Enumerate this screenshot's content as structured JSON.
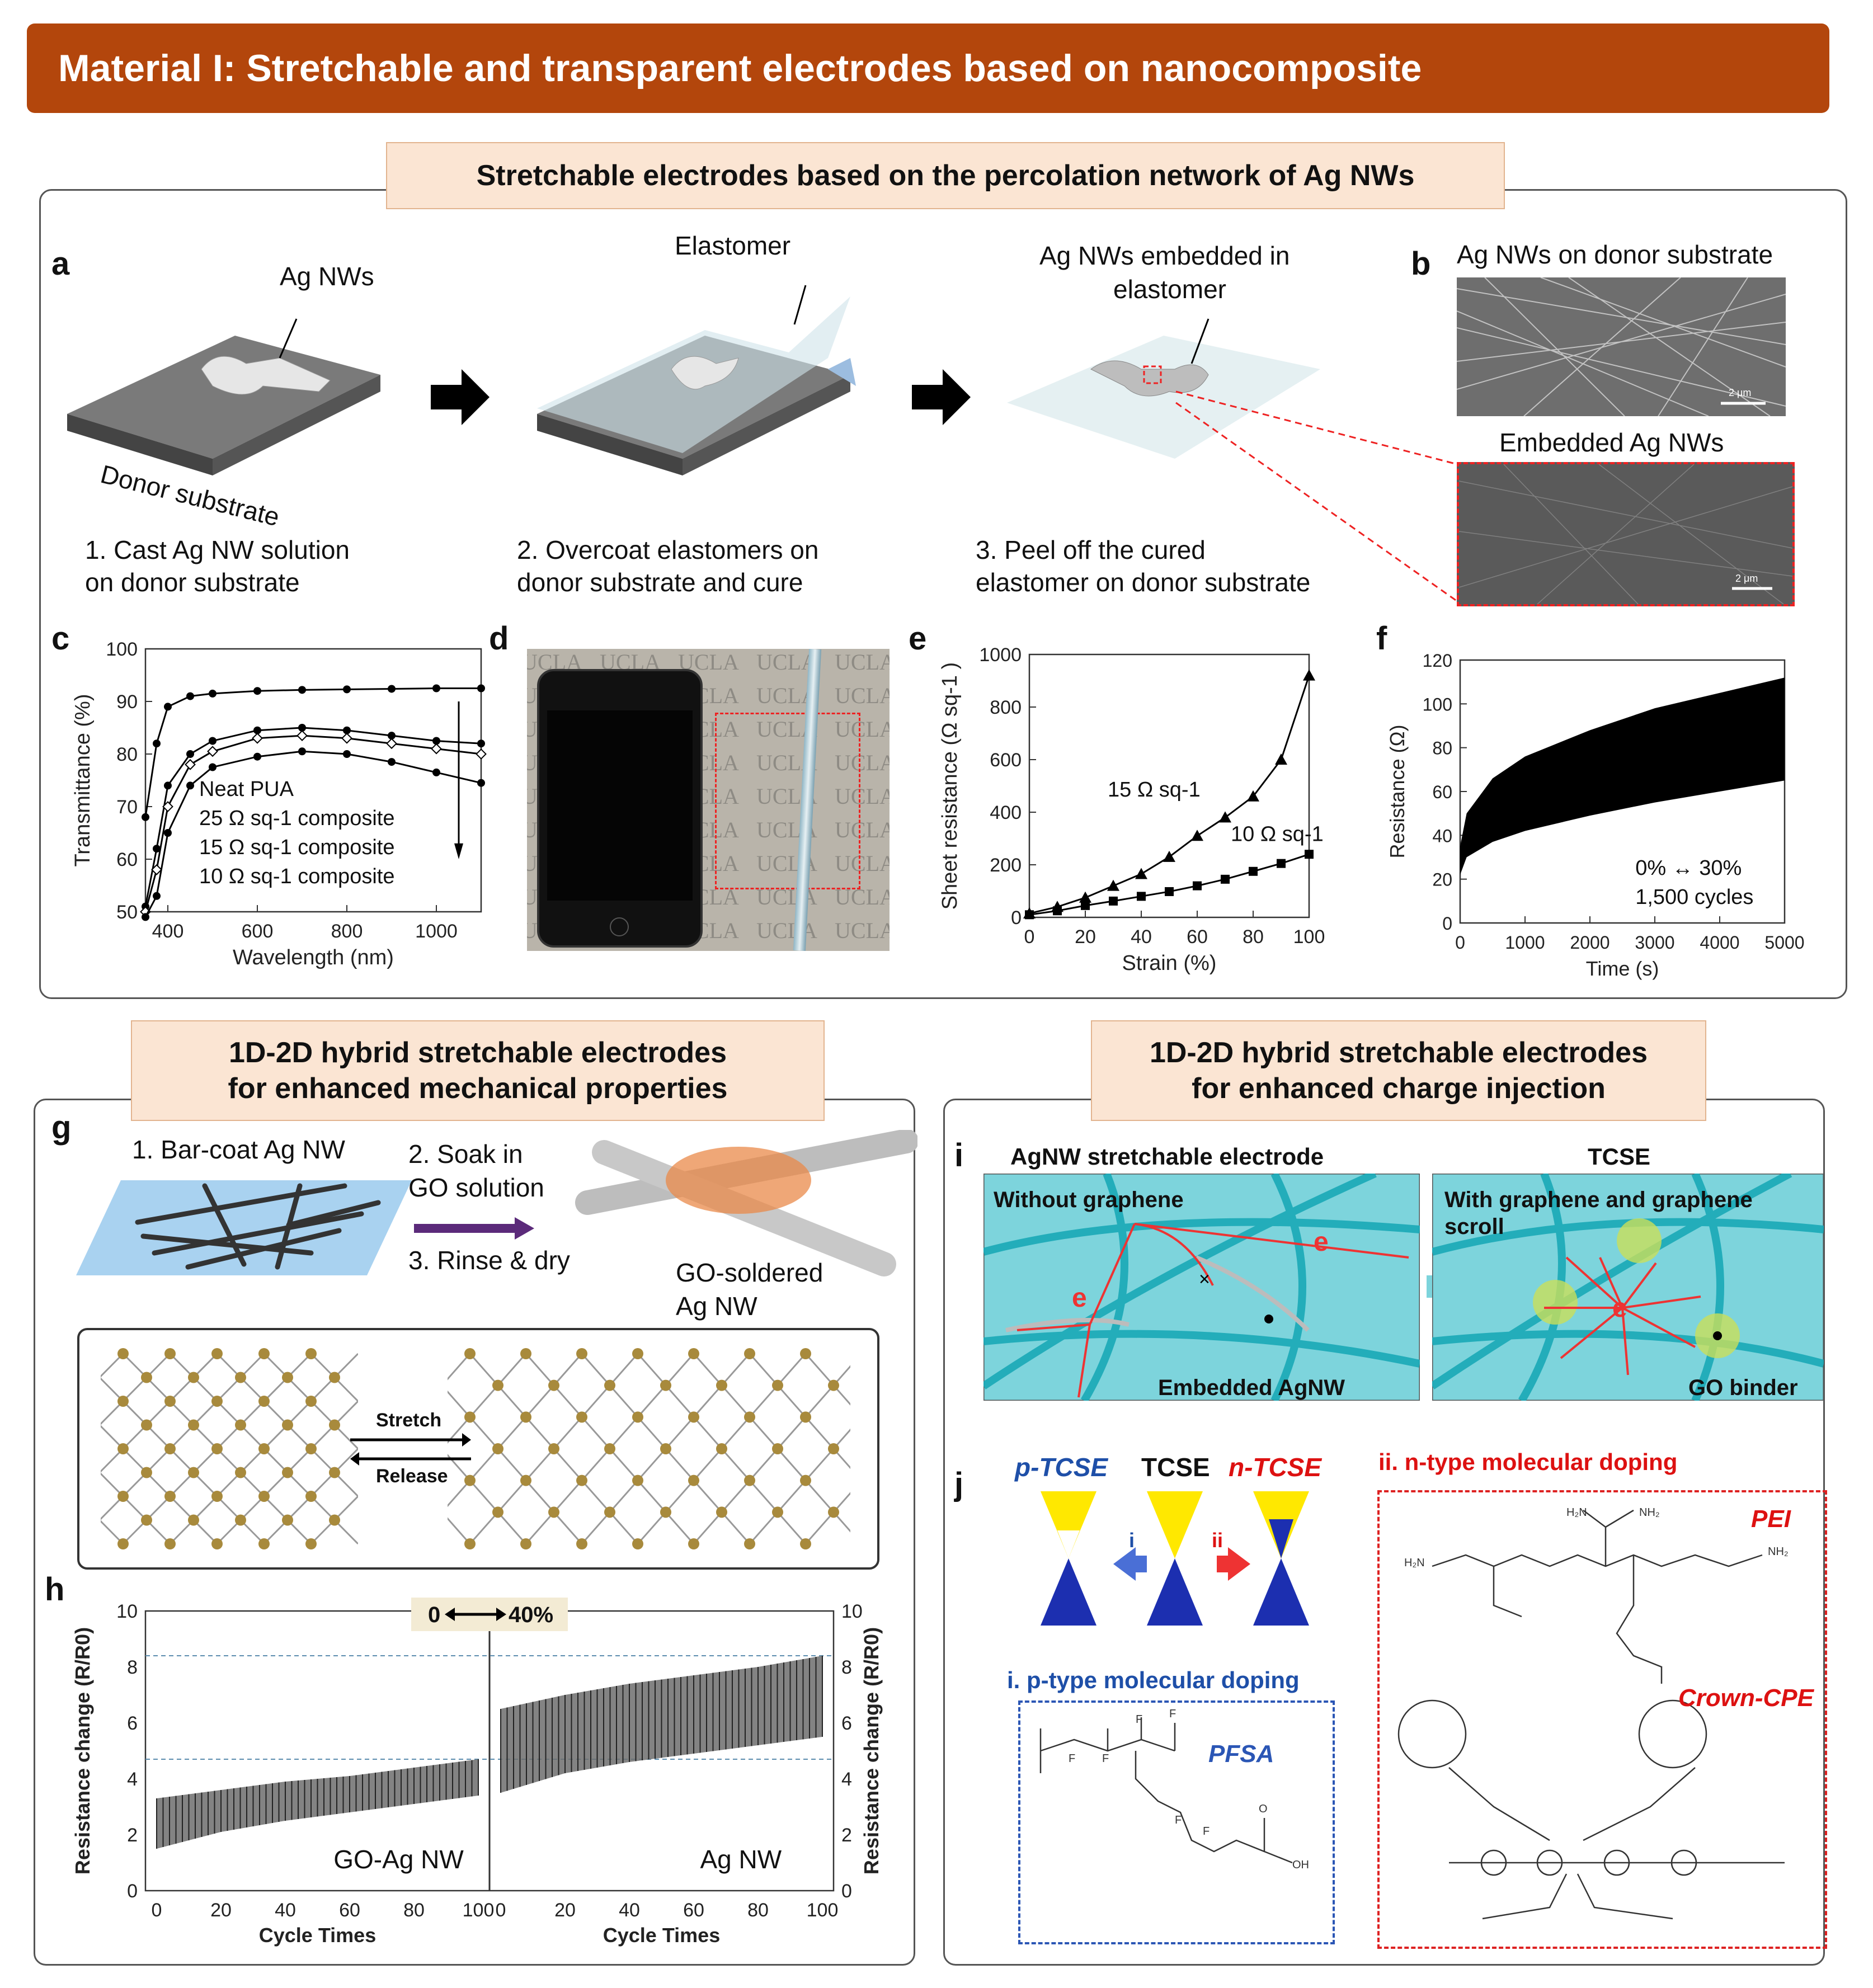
{
  "banner": {
    "title": "Material I: Stretchable and transparent electrodes based on nanocomposite"
  },
  "top": {
    "subtitle": "Stretchable electrodes based on the percolation network of Ag NWs",
    "a": {
      "letter": "a",
      "label_agnws": "Ag NWs",
      "label_donor": "Donor substrate",
      "label_elastomer": "Elastomer",
      "label_embedded_1": "Ag NWs embedded in",
      "label_embedded_2": "elastomer",
      "step1_1": "1. Cast Ag NW solution",
      "step1_2": "on donor substrate",
      "step2_1": "2. Overcoat elastomers on",
      "step2_2": "donor substrate and cure",
      "step3_1": "3. Peel off the cured",
      "step3_2": "elastomer on donor substrate"
    },
    "b": {
      "letter": "b",
      "title1": "Ag NWs on donor substrate",
      "title2": "Embedded Ag NWs",
      "scale1": "2 μm",
      "scale2": "2 μm"
    },
    "c": {
      "letter": "c"
    },
    "d": {
      "letter": "d",
      "watermark": "UCLA"
    },
    "e": {
      "letter": "e"
    },
    "f": {
      "letter": "f"
    }
  },
  "g_panel": {
    "subtitle_1": "1D-2D hybrid stretchable electrodes",
    "subtitle_2": "for enhanced mechanical properties",
    "g": {
      "letter": "g",
      "step1": "1. Bar-coat Ag NW",
      "step2_1": "2. Soak in",
      "step2_2": "GO solution",
      "step3": "3. Rinse & dry",
      "label_go_1": "GO-soldered",
      "label_go_2": "Ag NW",
      "stretch": "Stretch",
      "release": "Release"
    },
    "h": {
      "letter": "h"
    }
  },
  "i_panel": {
    "subtitle_1": "1D-2D hybrid stretchable electrodes",
    "subtitle_2": "for enhanced charge injection",
    "i": {
      "letter": "i",
      "title_left": "AgNW stretchable electrode",
      "title_right": "TCSE",
      "without": "Without  graphene",
      "with_1": "With graphene and graphene",
      "with_2": "scroll",
      "embedded": "Embedded AgNW",
      "binder": "GO binder",
      "e": "e"
    },
    "j": {
      "letter": "j",
      "p_tcse": "p-TCSE",
      "tcse": "TCSE",
      "n_tcse": "n-TCSE",
      "arrow_i": "i",
      "arrow_ii": "ii",
      "p_doping": "i. p-type molecular doping",
      "n_doping": "ii. n-type molecular doping",
      "pfsa": "PFSA",
      "pei": "PEI",
      "crown": "Crown-CPE"
    }
  },
  "chart_data": [
    {
      "panel": "c",
      "type": "line",
      "xlabel": "Wavelength (nm)",
      "ylabel": "Transmittance (%)",
      "xlim": [
        350,
        1100
      ],
      "ylim": [
        50,
        100
      ],
      "xticks": [
        400,
        600,
        800,
        1000
      ],
      "yticks": [
        50,
        60,
        70,
        80,
        90,
        100
      ],
      "legend": [
        "Neat PUA",
        "25 Ω sq-1 composite",
        "15 Ω sq-1 composite",
        "10 Ω sq-1 composite"
      ],
      "x": [
        350,
        375,
        400,
        450,
        500,
        600,
        700,
        800,
        900,
        1000,
        1100
      ],
      "series": [
        {
          "name": "Neat PUA",
          "values": [
            68,
            82,
            89,
            91,
            91.5,
            92,
            92.2,
            92.3,
            92.4,
            92.5,
            92.5
          ]
        },
        {
          "name": "25 Ω sq-1 composite",
          "values": [
            51,
            62,
            74,
            80,
            82.5,
            84.5,
            85,
            84.5,
            83.5,
            82.5,
            82
          ]
        },
        {
          "name": "15 Ω sq-1 composite",
          "values": [
            50,
            58,
            70,
            78,
            80.5,
            83,
            83.5,
            83,
            82,
            81,
            80
          ]
        },
        {
          "name": "10 Ω sq-1 composite",
          "values": [
            49,
            53,
            65,
            74,
            77.5,
            79.5,
            80.5,
            80,
            78.5,
            76.5,
            74.5
          ]
        }
      ]
    },
    {
      "panel": "e",
      "type": "line",
      "xlabel": "Strain (%)",
      "ylabel": "Sheet resistance (Ω sq-1 )",
      "xlim": [
        0,
        100
      ],
      "ylim": [
        0,
        1000
      ],
      "xticks": [
        0,
        20,
        40,
        60,
        80,
        100
      ],
      "yticks": [
        0,
        200,
        400,
        600,
        800,
        1000
      ],
      "x": [
        0,
        10,
        20,
        30,
        40,
        50,
        60,
        70,
        80,
        90,
        100
      ],
      "series": [
        {
          "name": "15 Ω sq-1",
          "values": [
            15,
            40,
            75,
            120,
            165,
            230,
            310,
            380,
            460,
            600,
            920
          ]
        },
        {
          "name": "10 Ω sq-1",
          "values": [
            10,
            25,
            45,
            62,
            80,
            98,
            120,
            145,
            175,
            205,
            240
          ]
        }
      ]
    },
    {
      "panel": "f",
      "type": "area",
      "xlabel": "Time (s)",
      "ylabel": "Resistance (Ω)",
      "xlim": [
        0,
        5000
      ],
      "ylim": [
        0,
        120
      ],
      "xticks": [
        0,
        1000,
        2000,
        3000,
        4000,
        5000
      ],
      "yticks": [
        0,
        20,
        40,
        60,
        80,
        100,
        120
      ],
      "annotation_1": "0% ↔ 30%",
      "annotation_2": "1,500 cycles",
      "x": [
        0,
        100,
        500,
        1000,
        2000,
        3000,
        4000,
        5000
      ],
      "upper": [
        35,
        50,
        66,
        76,
        88,
        98,
        105,
        112
      ],
      "lower": [
        22,
        30,
        37,
        42,
        49,
        55,
        60,
        65
      ]
    },
    {
      "panel": "h",
      "type": "area",
      "xlabel": "Cycle Times",
      "ylabel": "Resistance change (R/R0)",
      "ylim": [
        0,
        10
      ],
      "xticks": [
        0,
        20,
        40,
        60,
        80,
        100
      ],
      "yticks": [
        0,
        2,
        4,
        6,
        8,
        10
      ],
      "strain_label_left": "0",
      "strain_label_right": "40%",
      "series": [
        {
          "name": "GO-Ag NW",
          "x": [
            0,
            20,
            40,
            60,
            80,
            100
          ],
          "upper": [
            3.3,
            3.6,
            3.9,
            4.1,
            4.4,
            4.7
          ],
          "lower": [
            1.5,
            2.1,
            2.5,
            2.8,
            3.1,
            3.4
          ]
        },
        {
          "name": "Ag NW",
          "x": [
            0,
            20,
            40,
            60,
            80,
            100
          ],
          "upper": [
            6.5,
            7.0,
            7.4,
            7.7,
            8.0,
            8.4
          ],
          "lower": [
            3.5,
            4.2,
            4.6,
            4.9,
            5.2,
            5.5
          ]
        }
      ]
    }
  ]
}
